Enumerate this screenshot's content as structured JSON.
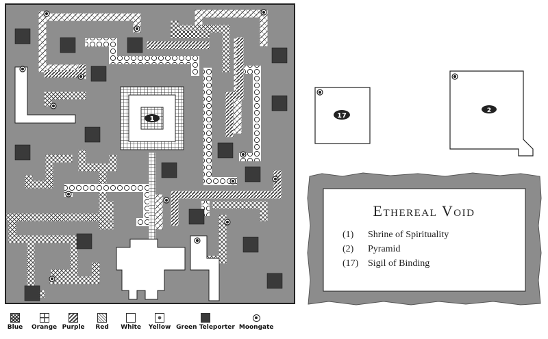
{
  "map": {
    "location_labels": {
      "shrine": "1",
      "sigil": "17",
      "pyramid": "2"
    }
  },
  "key_box": {
    "title": "Ethereal Void",
    "entries": [
      {
        "number": "(1)",
        "name": "Shrine of Spirituality"
      },
      {
        "number": "(2)",
        "name": "Pyramid"
      },
      {
        "number": "(17)",
        "name": "Sigil of Binding"
      }
    ]
  },
  "legend": {
    "items": [
      {
        "label": "Blue",
        "icon": "crosshatch-swatch"
      },
      {
        "label": "Orange",
        "icon": "grid-swatch"
      },
      {
        "label": "Purple",
        "icon": "diagonal-stripe-swatch"
      },
      {
        "label": "Red",
        "icon": "diagonal-pattern-swatch"
      },
      {
        "label": "White",
        "icon": "white-swatch"
      },
      {
        "label": "Yellow",
        "icon": "dotted-swatch"
      },
      {
        "label": "Green Teleporter",
        "icon": "dark-square-swatch"
      },
      {
        "label": "Moongate",
        "icon": "moongate-icon"
      }
    ]
  },
  "colors": {
    "ground": "#8e8e8e",
    "teleporter": "#3a3a3a",
    "panel_frame": "#8c8c8c",
    "panel_inner": "#ffffff"
  }
}
